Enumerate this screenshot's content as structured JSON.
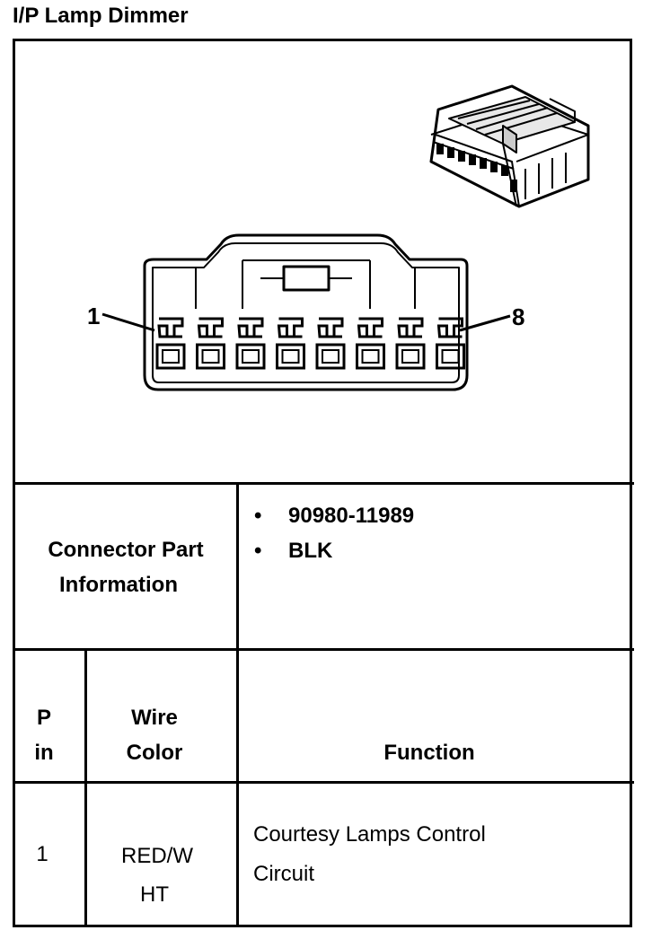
{
  "title": "I/P Lamp Dimmer",
  "connector": {
    "pin_first_label": "1",
    "pin_last_label": "8",
    "pin_count": 8
  },
  "part_info": {
    "label_line1": "Connector Part",
    "label_line2": "Information",
    "items": [
      "90980-11989",
      "BLK"
    ],
    "bullet": "•"
  },
  "table": {
    "headers": {
      "pin_line1": "P",
      "pin_line2": "in",
      "wire_line1": "Wire",
      "wire_line2": "Color",
      "function": "Function"
    },
    "rows": [
      {
        "pin": "1",
        "wire_line1": "RED/W",
        "wire_line2": "HT",
        "function_line1": "Courtesy Lamps Control",
        "function_line2": "Circuit"
      }
    ]
  }
}
